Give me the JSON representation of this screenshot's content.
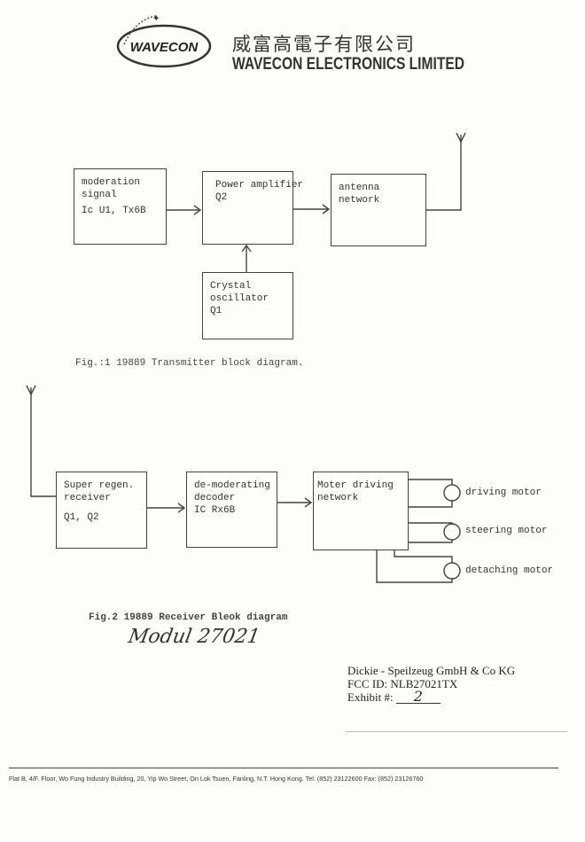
{
  "header": {
    "logo_text": "WAVECON",
    "company_chinese": "威富高電子有限公司",
    "company_english": "WAVECON ELECTRONICS LIMITED"
  },
  "fig1": {
    "blocks": {
      "modulation": [
        "moderation",
        "signal",
        "Ic  U1, Tx6B"
      ],
      "amplifier": [
        "Power amplifier",
        "Q2"
      ],
      "antenna": [
        "antenna",
        "network"
      ],
      "crystal": [
        "Crystal",
        "oscillator",
        "Q1"
      ]
    },
    "caption": "Fig.:1 19889  Transmitter block diagram."
  },
  "fig2": {
    "blocks": {
      "receiver": [
        "Super regen.",
        "receiver",
        "Q1, Q2"
      ],
      "decoder": [
        "de-moderating",
        "decoder",
        "IC Rx6B"
      ],
      "motor_net": [
        "Moter driving",
        "network"
      ]
    },
    "motors": [
      "driving motor",
      "steering motor",
      "detaching motor"
    ],
    "caption": "Fig.2  19889  Receiver Bleok diagram",
    "handwritten": "Modul  27021"
  },
  "stamp": {
    "company": "Dickie - Speilzeug GmbH & Co KG",
    "fcc_label": "FCC ID:",
    "fcc_id": "NLB27021TX",
    "exhibit_label": "Exhibit #:",
    "exhibit_value": "2"
  },
  "footer": {
    "address": "Flat B, 4/F. Floor, Wo Fung Industry Building, 20, Yip Wo Street, On Lok Tsuen, Fanling, N.T. Hong Kong.  Tel: (852) 23122600  Fax: (852) 23126760"
  }
}
